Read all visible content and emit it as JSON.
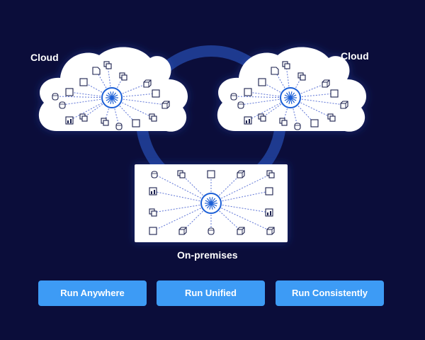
{
  "labels": {
    "cloud_left": "Cloud",
    "cloud_right": "Cloud",
    "on_premises": "On-premises"
  },
  "buttons": [
    {
      "label": "Run Anywhere"
    },
    {
      "label": "Run Unified"
    },
    {
      "label": "Run Consistently"
    }
  ],
  "colors": {
    "background": "#0b0d3a",
    "ring": "#1e3a8f",
    "button": "#3d9bf5",
    "hub": "#1b5fd6",
    "spoke": "#5d74d6",
    "node_icon": "#1a1f4d"
  },
  "nodes": {
    "cloud_left": [
      "file-icon",
      "copy-icon",
      "doc-icon",
      "copy-icon",
      "doc-icon",
      "cube-icon",
      "database-icon",
      "doc-icon",
      "copy-icon",
      "copy-icon",
      "bar-chart-icon",
      "database-icon",
      "database-icon",
      "doc-icon",
      "copy-icon",
      "cube-icon"
    ],
    "cloud_right": [
      "file-icon",
      "copy-icon",
      "doc-icon",
      "copy-icon",
      "doc-icon",
      "cube-icon",
      "database-icon",
      "doc-icon",
      "copy-icon",
      "copy-icon",
      "bar-chart-icon",
      "database-icon",
      "database-icon",
      "doc-icon",
      "copy-icon",
      "cube-icon"
    ],
    "on_premises": [
      "database-icon",
      "copy-icon",
      "doc-icon",
      "cube-icon",
      "copy-icon",
      "bar-chart-icon",
      "doc-icon",
      "copy-icon",
      "bar-chart-icon",
      "doc-icon",
      "cube-icon",
      "database-icon",
      "cube-icon",
      "cube-icon"
    ]
  }
}
